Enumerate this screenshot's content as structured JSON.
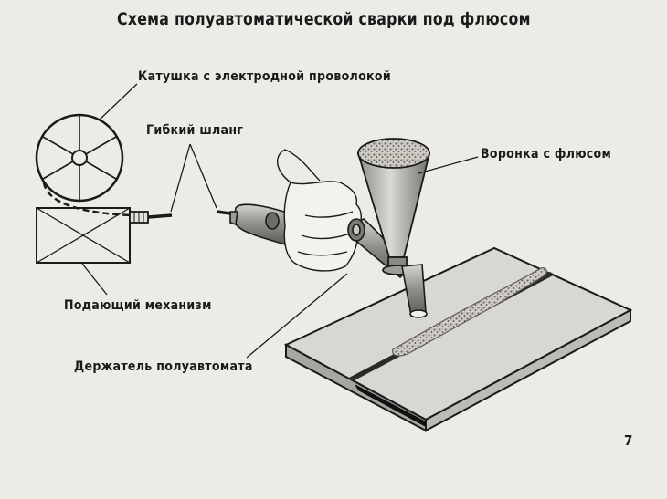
{
  "title": "Схема полуавтоматической сварки под флюсом",
  "labels": {
    "spool": "Катушка с электродной проволокой",
    "hose": "Гибкий шланг",
    "funnel": "Воронка с флюсом",
    "feeder": "Подающий механизм",
    "holder": "Держатель полуавтомата"
  },
  "page_number": "7",
  "colors": {
    "ink": "#1a1a1a",
    "background": "#ecebe6",
    "plate": "#d8d7d1"
  }
}
